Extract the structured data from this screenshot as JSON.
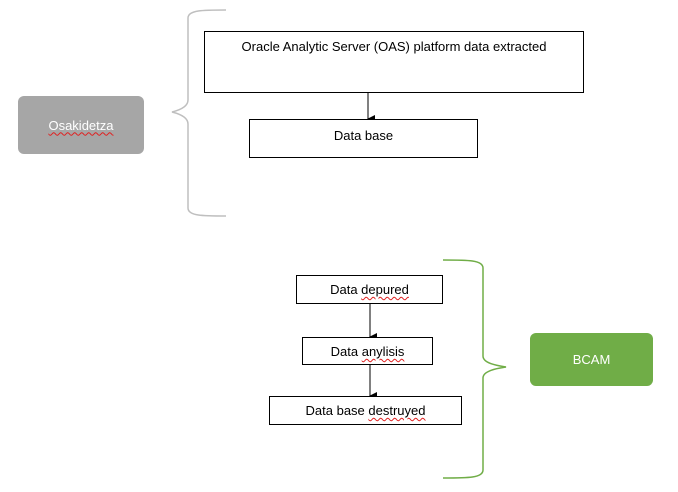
{
  "colors": {
    "osakidetza_fill": "#a6a6a6",
    "osakidetza_brace": "#bfbfbf",
    "bcam_fill": "#70ad47",
    "bcam_brace": "#70ad47",
    "spellcheck": "#e02020"
  },
  "osakidetza": {
    "label": "Osakidetza",
    "steps": [
      {
        "label": "Oracle Analytic Server (OAS) platform data extracted"
      },
      {
        "label": "Data base"
      }
    ]
  },
  "bcam": {
    "label": "BCAM",
    "steps": [
      {
        "prefix": "Data ",
        "word": "depured"
      },
      {
        "prefix": "Data ",
        "word": "anylisis"
      },
      {
        "prefix": "Data base ",
        "word": "destruyed"
      }
    ]
  }
}
